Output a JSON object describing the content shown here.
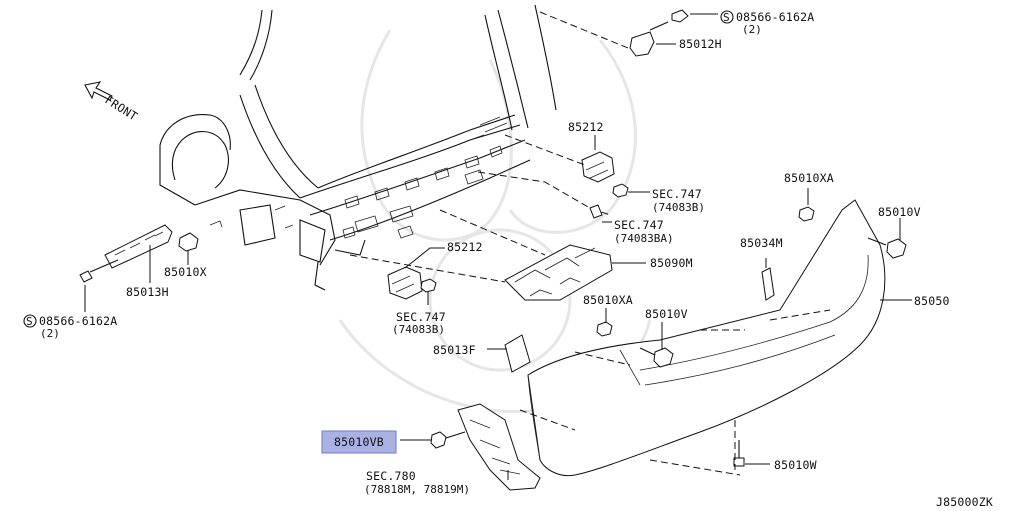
{
  "diagram_id": "J85000ZK",
  "orientation": {
    "front_label": "FRONT"
  },
  "highlight_color": "#a9b2e3",
  "callouts": {
    "bolt_top_code": "08566-6162A",
    "bolt_top_qty": "(2)",
    "p85012H": "85012H",
    "p85212_upper": "85212",
    "sec747_a": "SEC.747",
    "sec747_a_ref": "(74083B)",
    "sec747_b": "SEC.747",
    "sec747_b_ref": "(74083BA)",
    "p85010XA_right": "85010XA",
    "p85010V_right": "85010V",
    "p85034M": "85034M",
    "p85090M": "85090M",
    "p85212_lower": "85212",
    "p85010X": "85010X",
    "p85013H": "85013H",
    "bolt_left_code": "08566-6162A",
    "bolt_left_qty": "(2)",
    "sec747_c": "SEC.747",
    "sec747_c_ref": "(74083B)",
    "p85010XA_mid": "85010XA",
    "p85010V_mid": "85010V",
    "p85050": "85050",
    "p85013F": "85013F",
    "p85010VB": "85010VB",
    "sec780": "SEC.780",
    "sec780_ref": "(78818M, 78819M)",
    "p85010W": "85010W"
  }
}
